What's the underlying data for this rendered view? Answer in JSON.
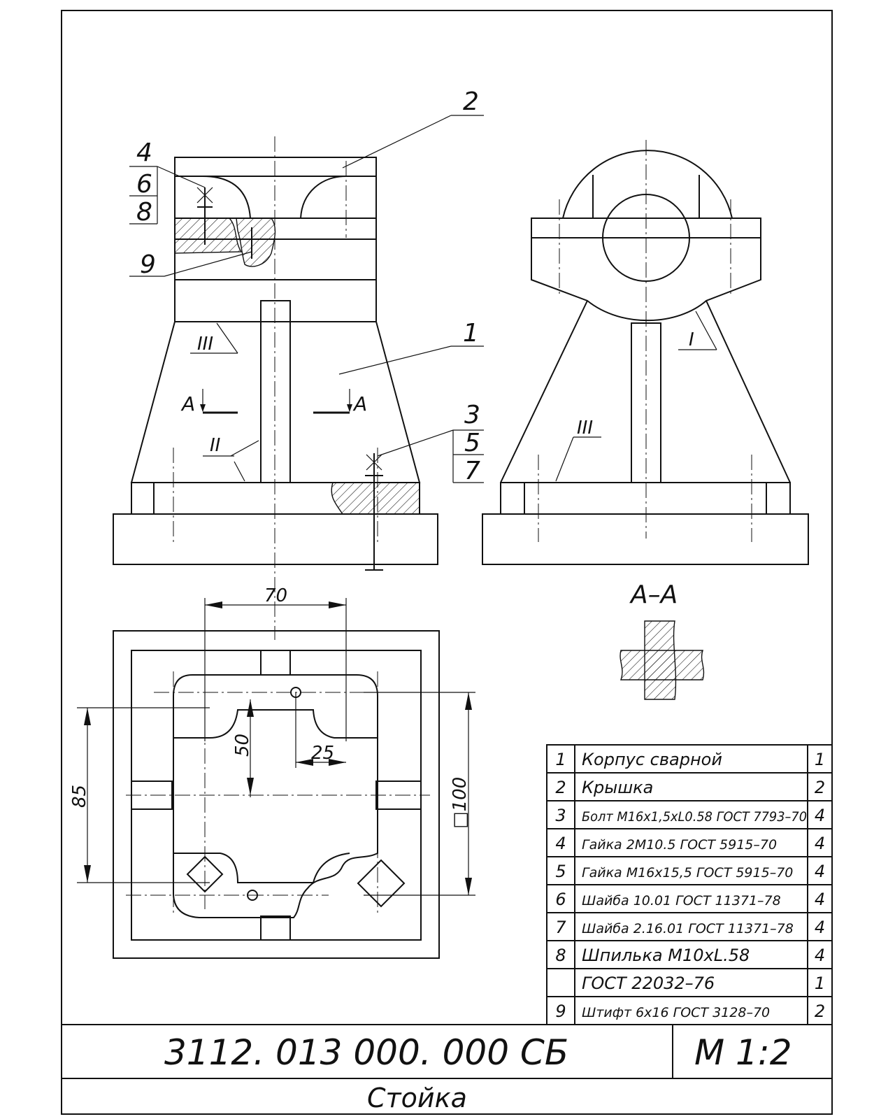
{
  "drawing": {
    "doc_number": "3112. 013 000. 000 СБ",
    "scale": "М 1:2",
    "title": "Стойка",
    "section_label": "А–А",
    "cut_letter": "А",
    "dimensions": {
      "d70": "70",
      "d50": "50",
      "d25": "25",
      "d85": "85",
      "d100": "□100"
    },
    "callouts": [
      "1",
      "2",
      "3",
      "4",
      "5",
      "6",
      "7",
      "8",
      "9"
    ],
    "weld_marks": {
      "w1": "I",
      "w2": "II",
      "w3": "III"
    }
  },
  "parts_table": [
    {
      "pos": "1",
      "name": "Корпус сварной",
      "qty": "1"
    },
    {
      "pos": "2",
      "name": "Крышка",
      "qty": "2"
    },
    {
      "pos": "3",
      "name": "Болт М16х1,5хL0.58 ГОСТ 7793–70",
      "qty": "4"
    },
    {
      "pos": "4",
      "name": "Гайка 2М10.5 ГОСТ 5915–70",
      "qty": "4"
    },
    {
      "pos": "5",
      "name": "Гайка М16х15,5 ГОСТ 5915–70",
      "qty": "4"
    },
    {
      "pos": "6",
      "name": "Шайба 10.01 ГОСТ 11371–78",
      "qty": "4"
    },
    {
      "pos": "7",
      "name": "Шайба 2.16.01 ГОСТ 11371–78",
      "qty": "4"
    },
    {
      "pos": "8",
      "name": "Шпилька М10хL.58",
      "qty": "4"
    },
    {
      "pos": "",
      "name": "ГОСТ 22032–76",
      "qty": "1"
    },
    {
      "pos": "9",
      "name": "Штифт 6х16 ГОСТ 3128–70",
      "qty": "2"
    }
  ]
}
